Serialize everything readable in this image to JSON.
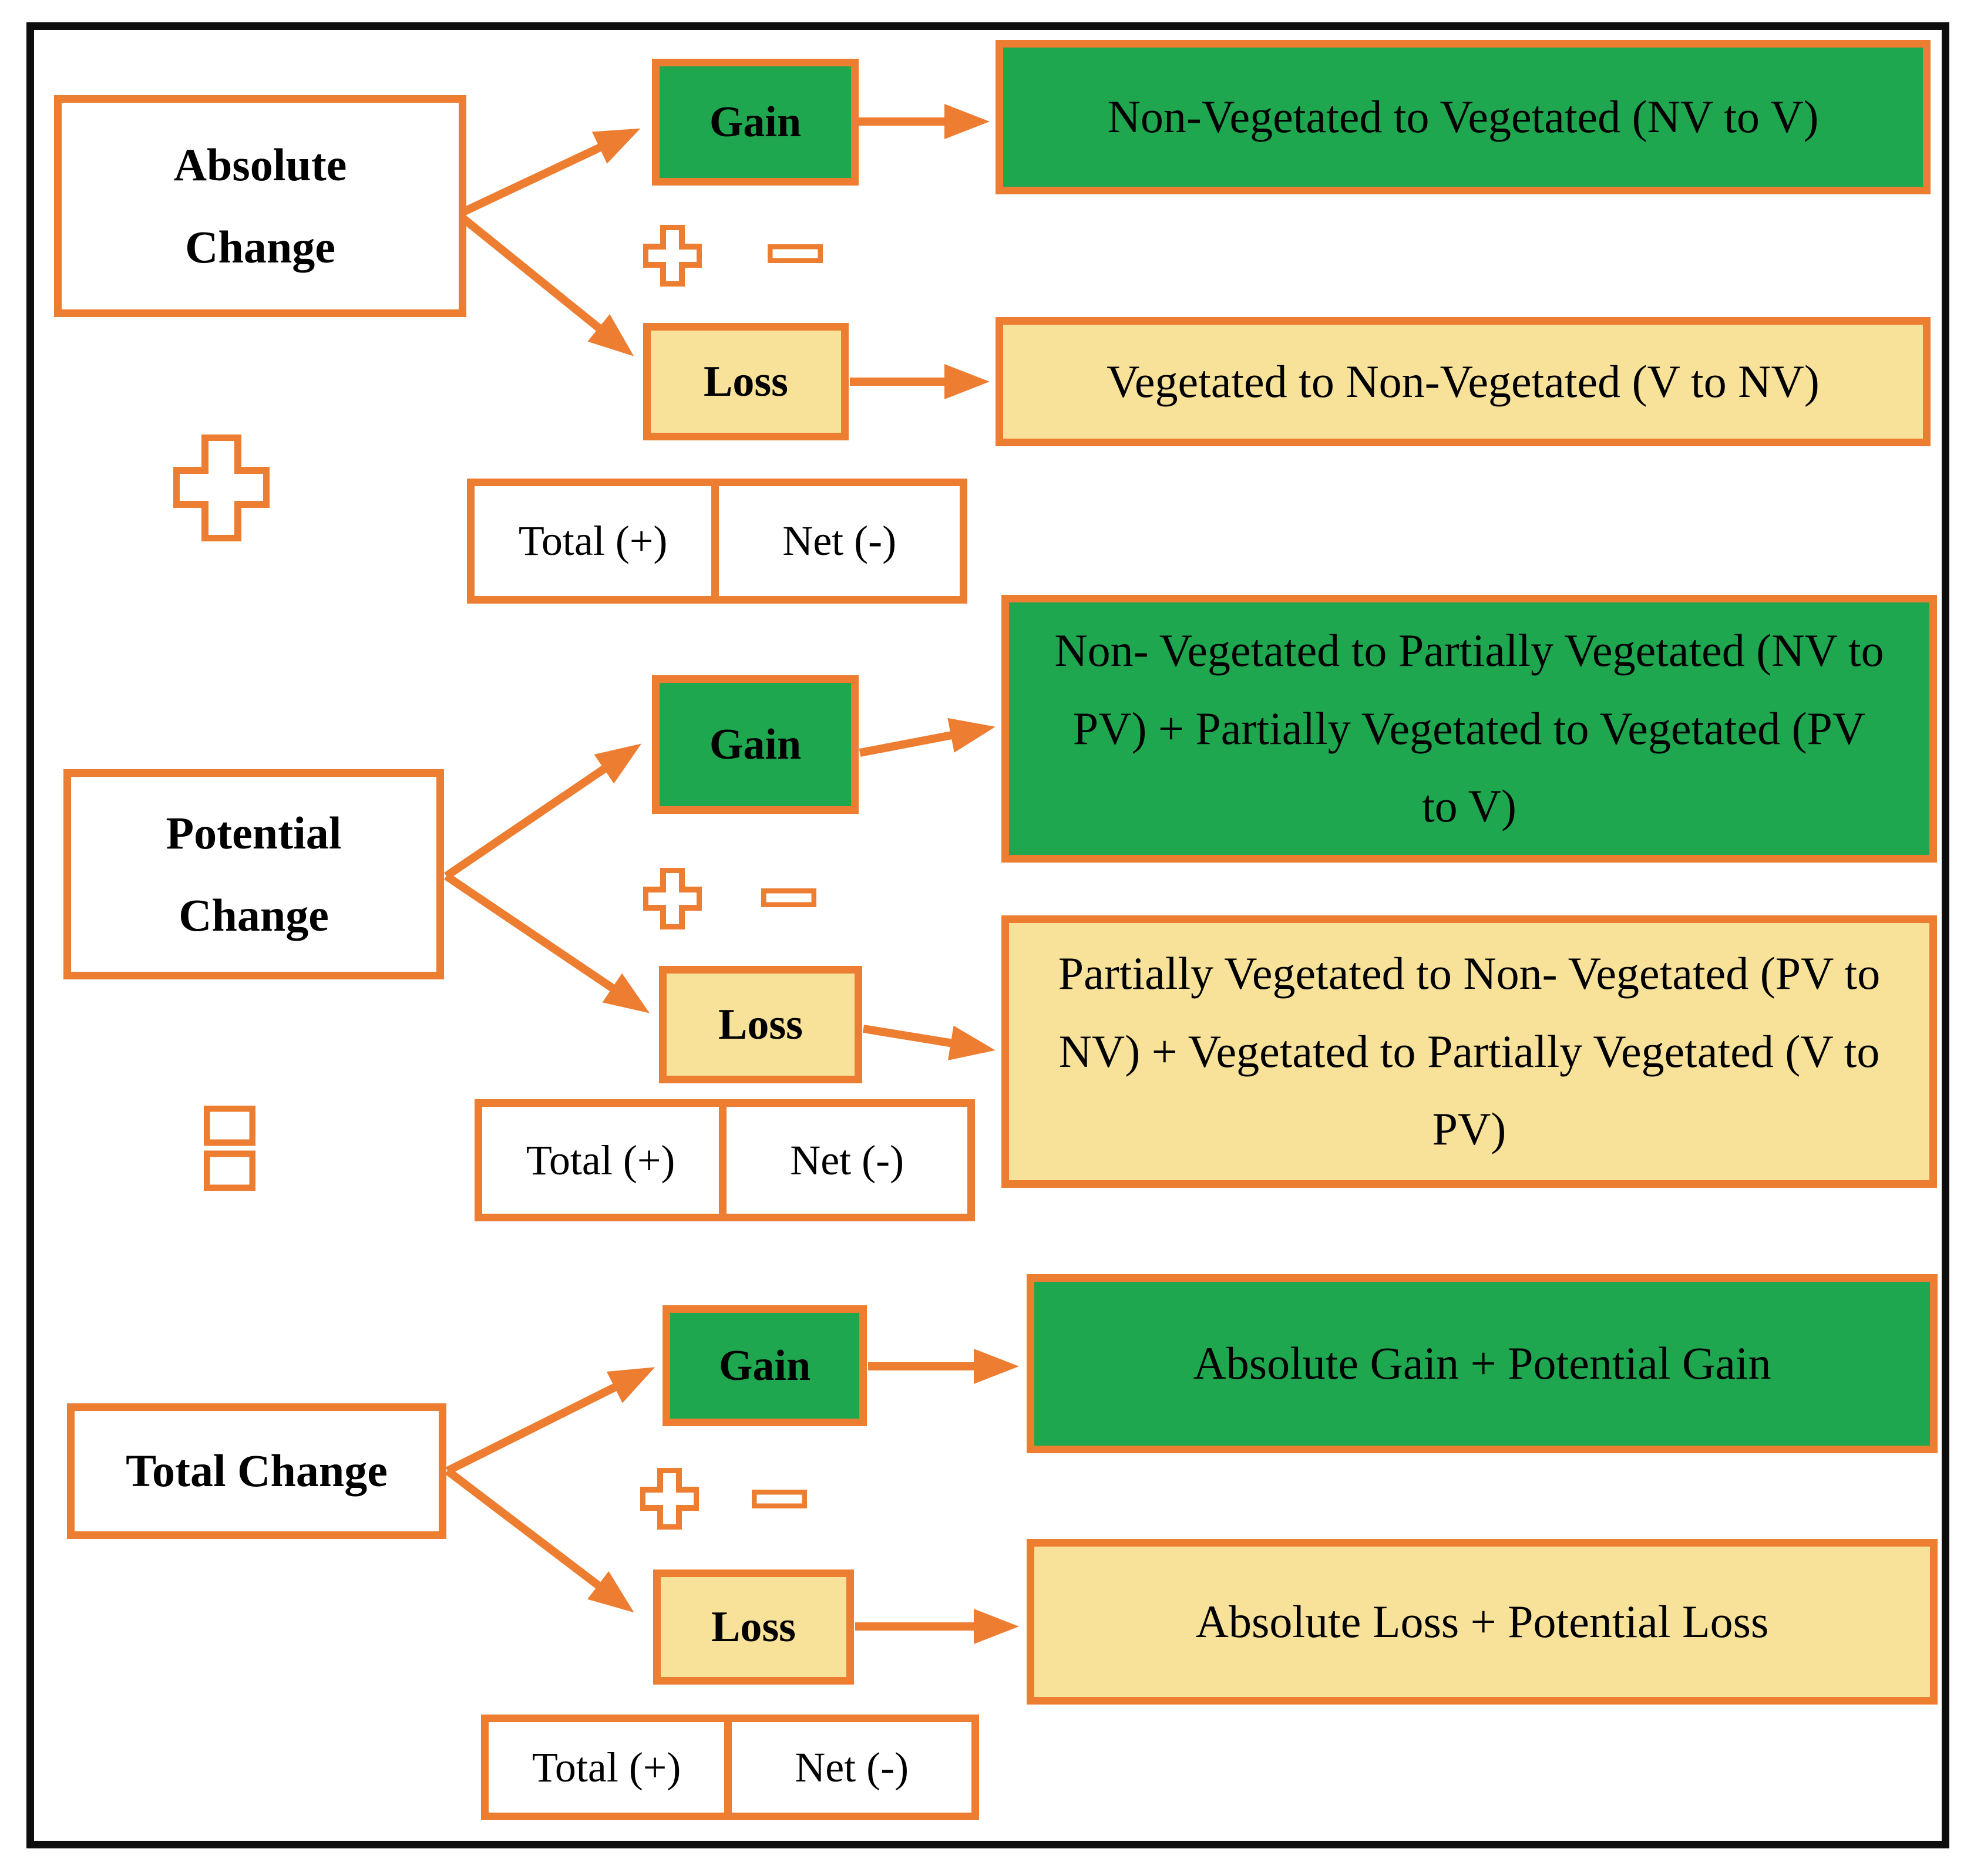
{
  "diagram": {
    "title": "Vegetation change classification flow diagram",
    "colors": {
      "accent_orange": "#ED7D31",
      "gain_green": "#1FA750",
      "loss_yellow": "#F8E299",
      "frame_black": "#0d0d0d",
      "text_black": "#000000"
    },
    "sections": [
      {
        "label": "Absolute Change",
        "gain": {
          "label": "Gain",
          "target": "Non-Vegetated to Vegetated (NV to V)"
        },
        "loss": {
          "label": "Loss",
          "target": "Vegetated to Non-Vegetated (V to NV)"
        },
        "total_cell": "Total (+)",
        "net_cell": "Net (-)",
        "operator_below": "plus"
      },
      {
        "label": "Potential Change",
        "gain": {
          "label": "Gain",
          "target": "Non- Vegetated to Partially Vegetated (NV to PV) + Partially Vegetated to Vegetated (PV to V)"
        },
        "loss": {
          "label": "Loss",
          "target": "Partially Vegetated to Non- Vegetated (PV to NV) + Vegetated to Partially Vegetated (V to PV)"
        },
        "total_cell": "Total (+)",
        "net_cell": "Net (-)",
        "operator_below": "equals"
      },
      {
        "label": "Total Change",
        "gain": {
          "label": "Gain",
          "target": "Absolute Gain + Potential Gain"
        },
        "loss": {
          "label": "Loss",
          "target": "Absolute Loss + Potential Loss"
        },
        "total_cell": "Total (+)",
        "net_cell": "Net (-)",
        "operator_below": "none"
      }
    ]
  }
}
